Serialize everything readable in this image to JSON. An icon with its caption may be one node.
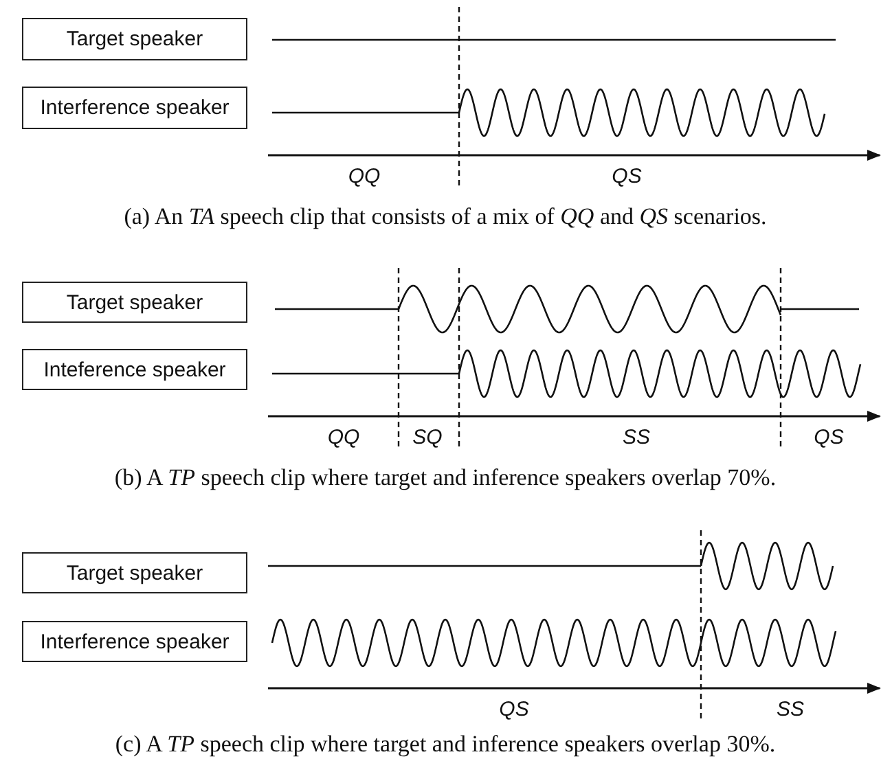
{
  "diagram": {
    "nodes": [
      {
        "text": [
          "Target speaker"
        ]
      },
      {
        "text": [
          "Interference speaker"
        ]
      },
      {
        "text": [
          "Target speaker"
        ]
      },
      {
        "text": [
          "Inteference speaker"
        ]
      },
      {
        "text": [
          "Target speaker"
        ]
      },
      {
        "text": [
          "Interference speaker"
        ]
      }
    ],
    "labels": [
      "QQ",
      "QS",
      "(a) An *TA* speech clip that consists of a mix of *QQ* and *QS* scenarios.",
      "QQ",
      "SQ",
      "SS",
      "QS",
      "(b) A *TP* speech clip where target and inference speakers overlap 70%.",
      "QS",
      "SS",
      "(c) A *TP* speech clip where target and inference speakers overlap 30%."
    ]
  }
}
